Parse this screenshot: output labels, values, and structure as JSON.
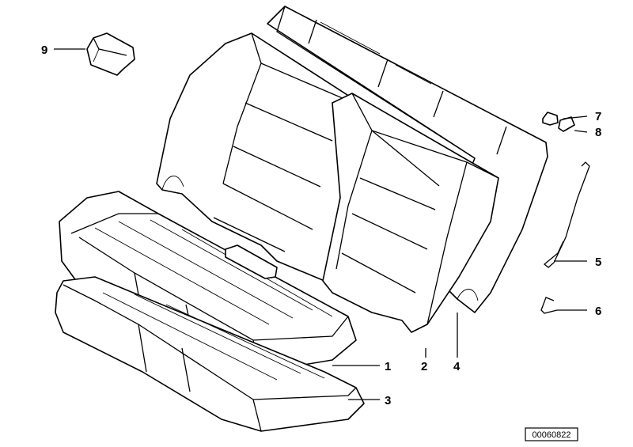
{
  "diagram": {
    "callouts": [
      {
        "id": "1",
        "label": "1"
      },
      {
        "id": "2",
        "label": "2"
      },
      {
        "id": "3",
        "label": "3"
      },
      {
        "id": "4",
        "label": "4"
      },
      {
        "id": "5",
        "label": "5"
      },
      {
        "id": "6",
        "label": "6"
      },
      {
        "id": "7",
        "label": "7"
      },
      {
        "id": "8",
        "label": "8"
      },
      {
        "id": "9",
        "label": "9"
      }
    ],
    "reference_number": "00060822"
  }
}
